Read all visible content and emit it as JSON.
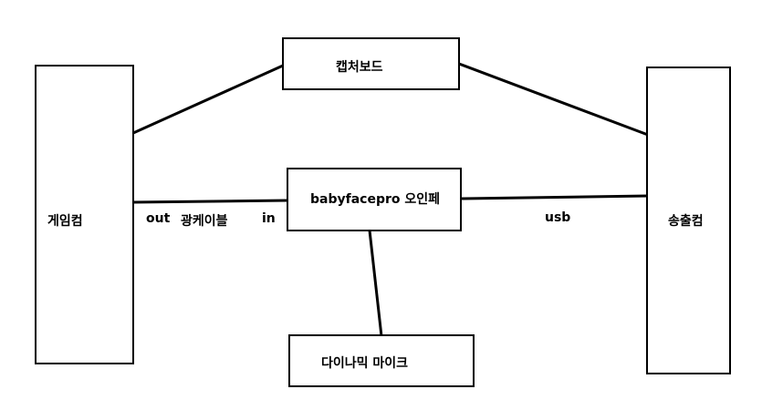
{
  "diagram": {
    "nodes": {
      "game_pc": {
        "label": "게임컴"
      },
      "capture_board": {
        "label": "캡처보드"
      },
      "audio_interface": {
        "label": "babyfacepro 오인페"
      },
      "stream_pc": {
        "label": "송출컴"
      },
      "dynamic_mic": {
        "label": "다이나믹 마이크"
      }
    },
    "edges": {
      "game_to_interface": {
        "out_label": "out",
        "cable_label": "광케이블",
        "in_label": "in"
      },
      "interface_to_stream": {
        "label": "usb"
      }
    },
    "colors": {
      "stroke": "#000000",
      "background": "#ffffff"
    }
  }
}
